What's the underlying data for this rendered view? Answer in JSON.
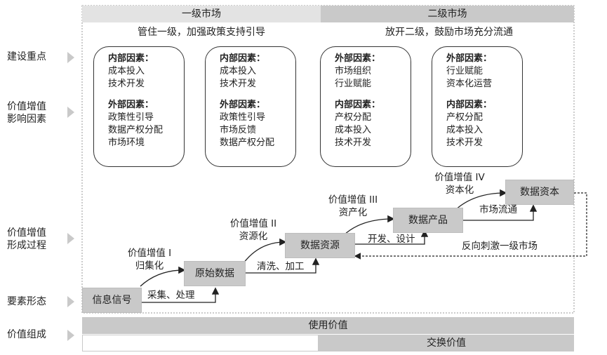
{
  "rows": {
    "construction_focus": "建设重点",
    "influence_line1": "价值增值",
    "influence_line2": "影响因素",
    "process_line1": "价值增值",
    "process_line2": "形成过程",
    "element_form": "要素形态",
    "value_composition": "价值组成"
  },
  "markets": {
    "primary": "一级市场",
    "secondary": "二级市场"
  },
  "focus": {
    "primary": "管住一级，加强政策支持引导",
    "secondary": "放开二级，鼓励市场充分流通"
  },
  "cards": [
    {
      "section1_title": "内部因素：",
      "section1_items": [
        "成本投入",
        "技术开发",
        ""
      ],
      "section2_title": "外部因素：",
      "section2_items": [
        "政策性引导",
        "数据产权分配",
        "市场环境"
      ]
    },
    {
      "section1_title": "内部因素：",
      "section1_items": [
        "成本投入",
        "技术开发",
        ""
      ],
      "section2_title": "外部因素：",
      "section2_items": [
        "政策性引导",
        "市场反馈",
        "数据产权分配"
      ]
    },
    {
      "section1_title": "外部因素：",
      "section1_items": [
        "市场组织",
        "行业赋能",
        ""
      ],
      "section2_title": "内部因素：",
      "section2_items": [
        "产权分配",
        "成本投入",
        "技术开发"
      ]
    },
    {
      "section1_title": "外部因素：",
      "section1_items": [
        "行业赋能",
        "资本化运营",
        ""
      ],
      "section2_title": "内部因素：",
      "section2_items": [
        "产权分配",
        "成本投入",
        "技术开发"
      ]
    }
  ],
  "stages": {
    "signal": "信息信号",
    "raw_data": "原始数据",
    "data_resource": "数据资源",
    "data_product": "数据产品",
    "data_capital": "数据资本"
  },
  "value_steps": [
    {
      "title": "价值增值 I",
      "sub": "归集化"
    },
    {
      "title": "价值增值 II",
      "sub": "资源化"
    },
    {
      "title": "价值增值 III",
      "sub": "资产化"
    },
    {
      "title": "价值增值 IV",
      "sub": "资本化"
    }
  ],
  "transitions": {
    "collect": "采集、处理",
    "clean": "清洗、加工",
    "develop": "开发、设计",
    "circulate": "市场流通",
    "feedback": "反向刺激一级市场"
  },
  "value_bars": {
    "use_value": "使用价值",
    "exchange_value": "交换价值"
  },
  "colors": {
    "gray_fill": "#c9c9c9",
    "dark_line": "#333333",
    "dashed_border": "#9a9a9a"
  }
}
